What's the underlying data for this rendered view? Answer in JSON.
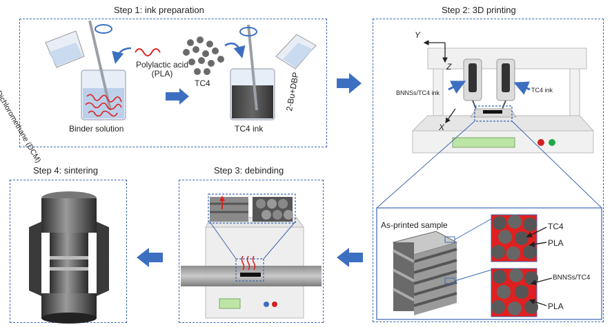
{
  "steps": {
    "step1": "Step 1: ink preparation",
    "step2": "Step 2: 3D printing",
    "step3": "Step 3: debinding",
    "step4": "Step 4: sintering"
  },
  "step1_labels": {
    "dcm": "Dichloromethane (DCM)",
    "pla": "Polylactic acid (PLA)",
    "tc4": "TC4",
    "solvent": "2-Bu+DBP",
    "binder": "Binder solution",
    "ink": "TC4 ink"
  },
  "step2_labels": {
    "y": "Y",
    "z": "Z",
    "x": "X",
    "bnns_ink": "BNNSs/TC4 ink",
    "tc4_ink": "TC4 ink"
  },
  "inset_labels": {
    "title": "As-printed sample",
    "tc4": "TC4",
    "pla_top": "PLA",
    "bnns": "BNNSs/TC4",
    "pla_bottom": "PLA"
  },
  "colors": {
    "dash": "#3a66b0",
    "arrow": "#3d6fc1",
    "pla": "#e02020"
  }
}
